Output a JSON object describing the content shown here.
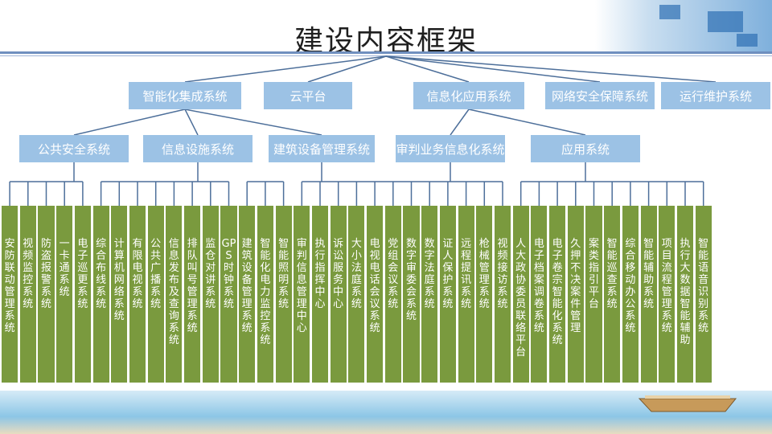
{
  "title": "建设内容框架",
  "top_level": [
    "智能化集成系统",
    "云平台",
    "信息化应用系统",
    "网络安全保障系统",
    "运行维护系统"
  ],
  "second_level": [
    "公共安全系统",
    "信息设施系统",
    "建筑设备管理系统",
    "审判业务信息化系统",
    "应用系统"
  ],
  "leaves": [
    "安防联动管理系统",
    "视频监控系统",
    "防盗报警系统",
    "一卡通系统",
    "电子巡更系统",
    "综合布线系统",
    "计算机网络系统",
    "有限电视系统",
    "公共广播系统",
    "信息发布及查询系统",
    "排队叫号管理系统",
    "监仓对讲系统",
    "GPS时钟系统",
    "建筑设备管理系统",
    "智能化电力监控系统",
    "智能照明系统",
    "审判信息管理中心",
    "执行指挥中心",
    "诉讼服务中心",
    "大小法庭系统",
    "电视电话会议系统",
    "党组会议系统",
    "数字审委会系统",
    "数字法庭系统",
    "证人保护系统",
    "远程提讯系统",
    "枪械管理系统",
    "视频接访系统",
    "人大政协委员联络平台",
    "电子档案调卷系统",
    "电子卷宗智能化系统",
    "久押不决案件管理",
    "案类指引平台",
    "智能巡查系统",
    "综合移动办公系统",
    "智能辅助系统",
    "项目流程管理系统",
    "执行大数据智能辅助",
    "智能语音识别系统"
  ],
  "colors": {
    "box_fill": "#9cc2e5",
    "leaf_fill": "#7a9a3e",
    "connector": "#4d6f9a",
    "title_rule": "#6f8fbf"
  }
}
